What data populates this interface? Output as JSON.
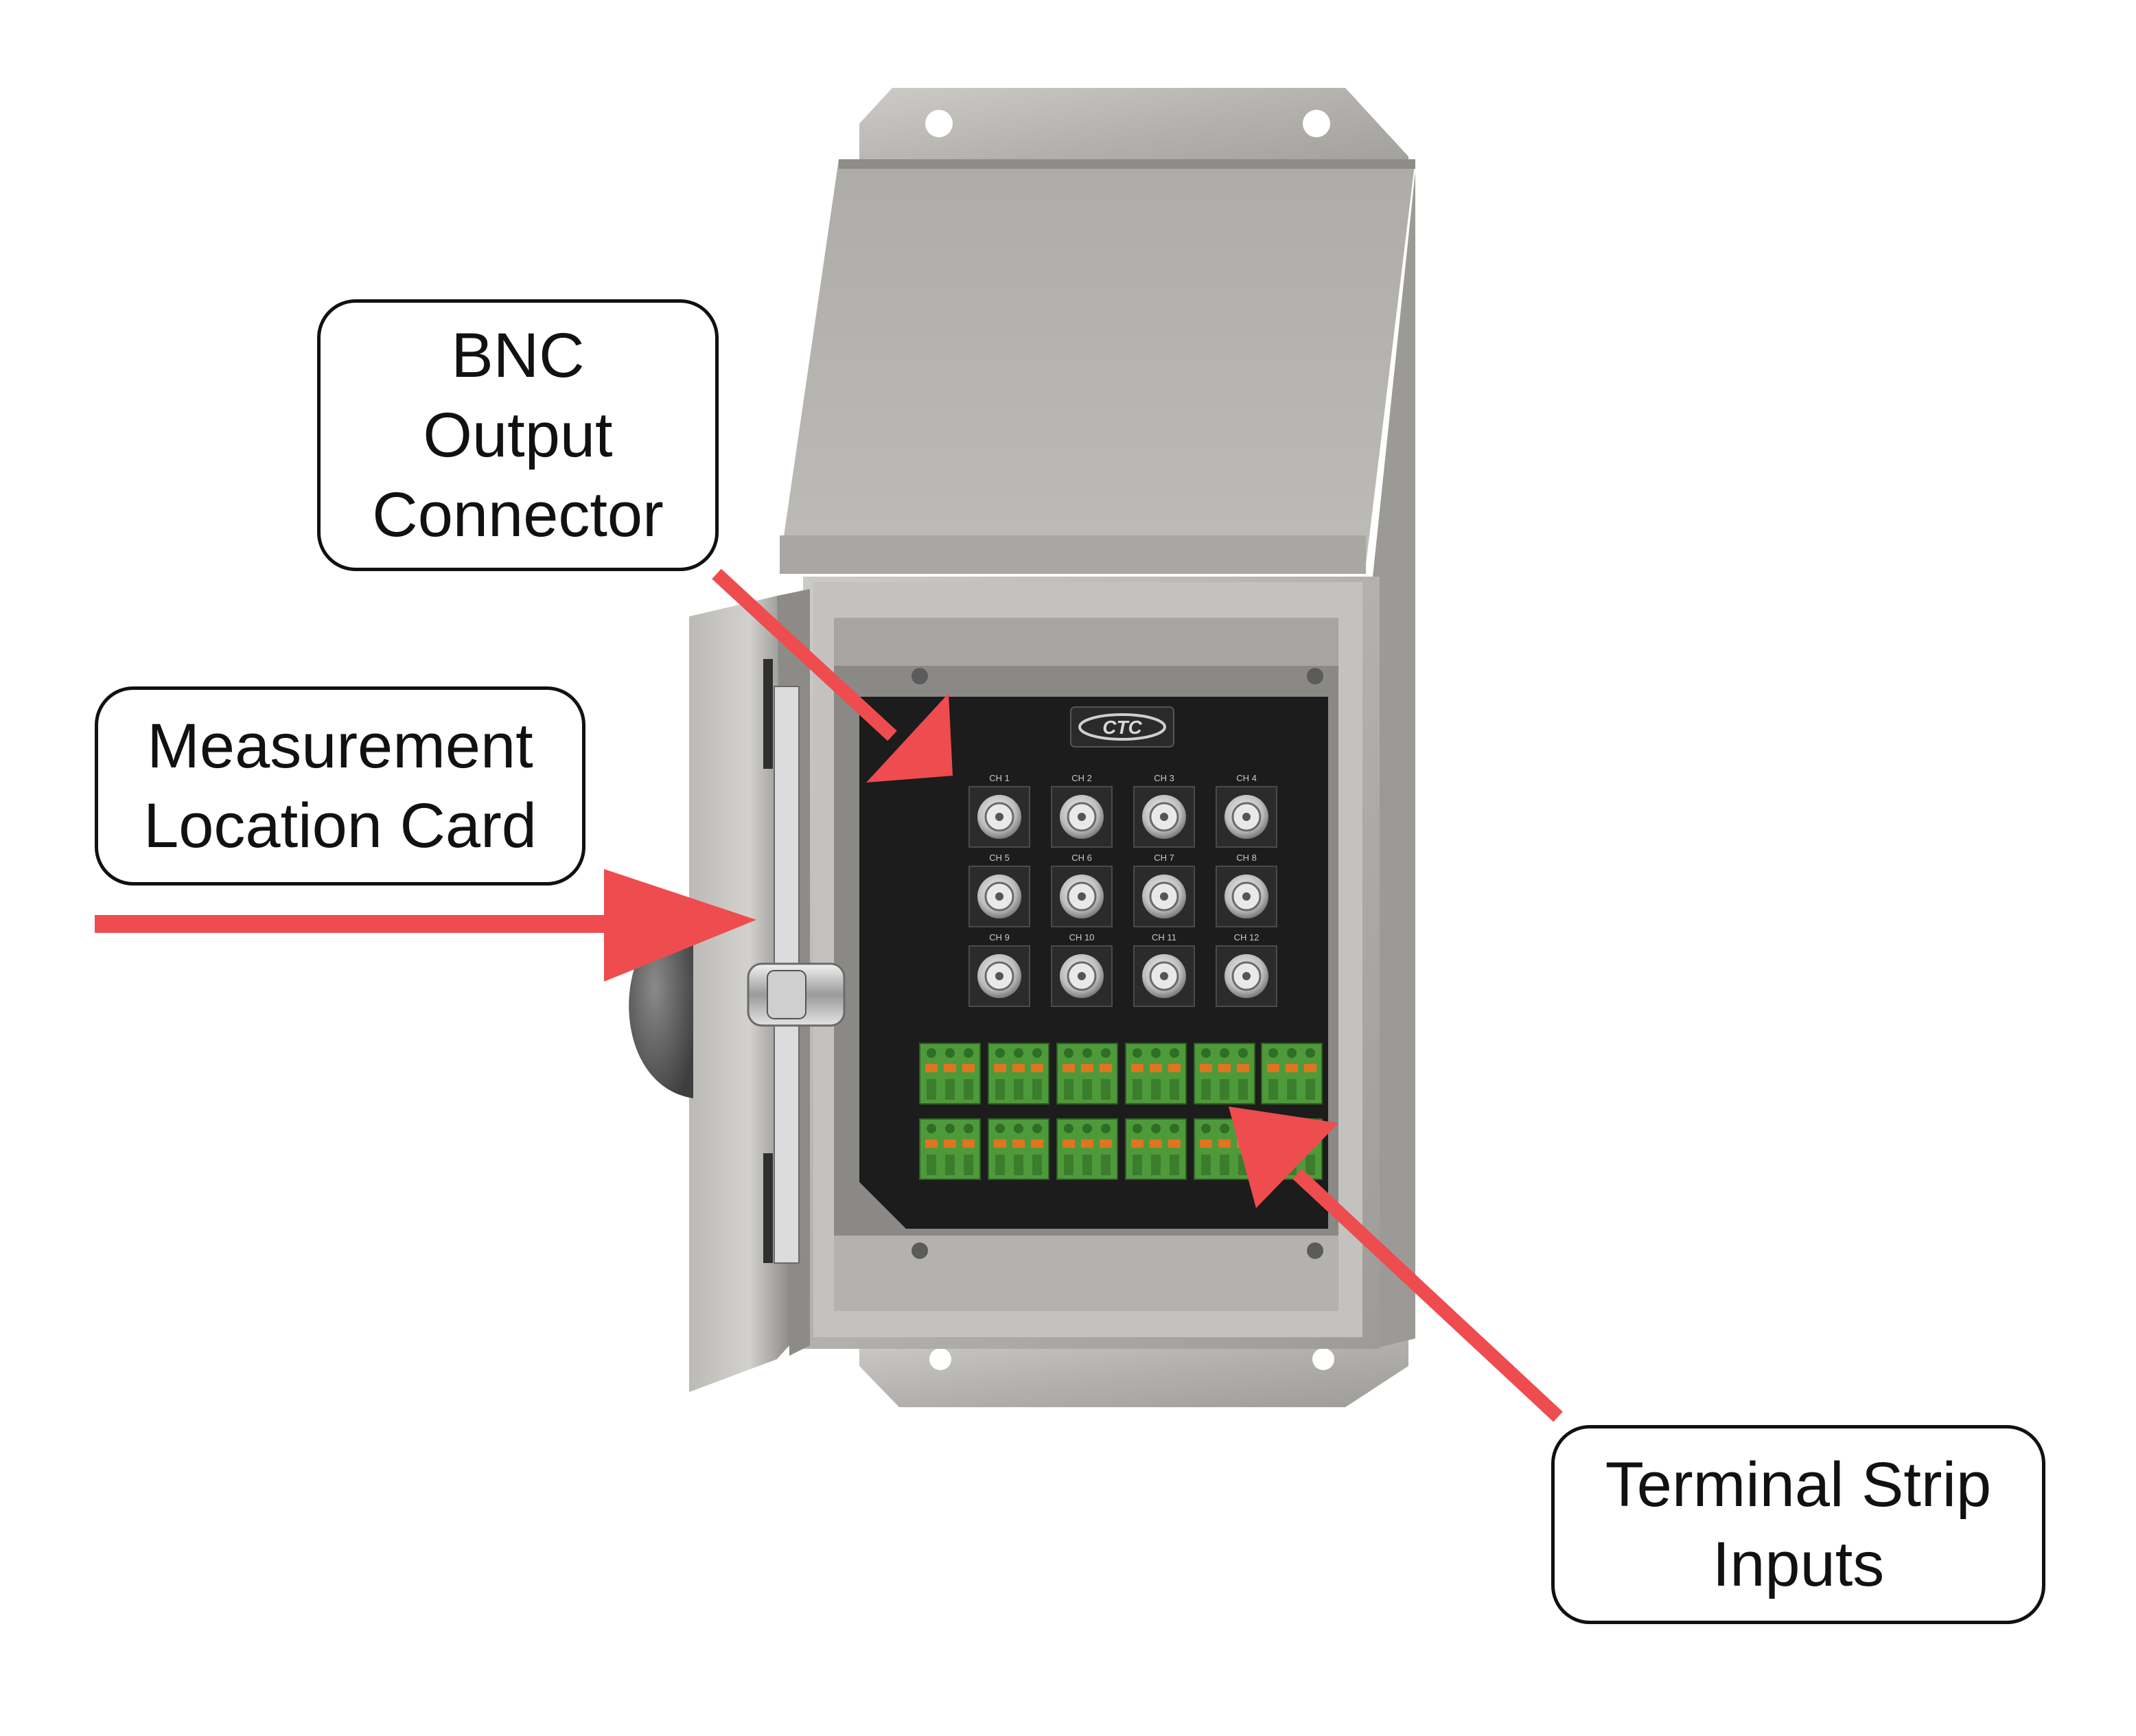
{
  "callouts": {
    "bnc": [
      "BNC",
      "Output",
      "Connector"
    ],
    "measurement": [
      "Measurement",
      "Location Card"
    ],
    "terminal": [
      "Terminal Strip",
      "Inputs"
    ]
  },
  "panel": {
    "logo": "CTC",
    "channels": [
      "CH 1",
      "CH 2",
      "CH 3",
      "CH 4",
      "CH 5",
      "CH 6",
      "CH 7",
      "CH 8",
      "CH 9",
      "CH 10",
      "CH 11",
      "CH 12"
    ]
  },
  "colors": {
    "arrow": "#ee4c4f",
    "steel": "#b9b7b3",
    "panel": "#1c1c1c",
    "terminal_green": "#4e9a3a",
    "terminal_orange": "#e0741f"
  }
}
